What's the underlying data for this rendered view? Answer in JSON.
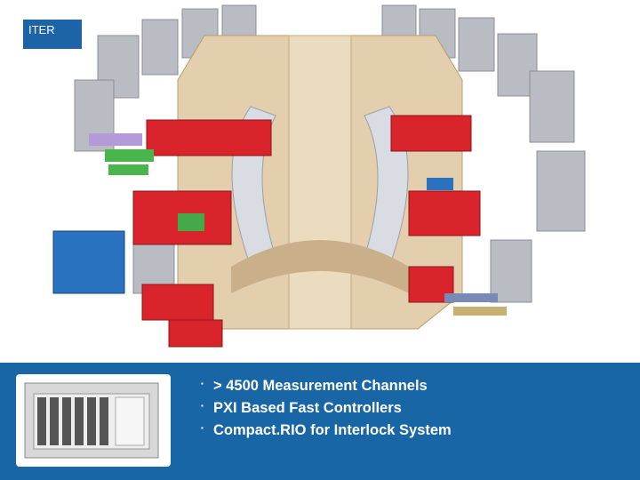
{
  "header": {
    "tag_label": "ITER"
  },
  "illustration": {
    "icon": "tokamak-cutaway-illustration"
  },
  "bottom_band": {
    "photo_icon": "pxi-chassis-photo",
    "bullets": [
      {
        "text": "> 4500 Measurement Channels"
      },
      {
        "text": "PXI  Based Fast Controllers"
      },
      {
        "text": "Compact.RIO for Interlock System"
      }
    ],
    "background_color": "#1866a5"
  }
}
